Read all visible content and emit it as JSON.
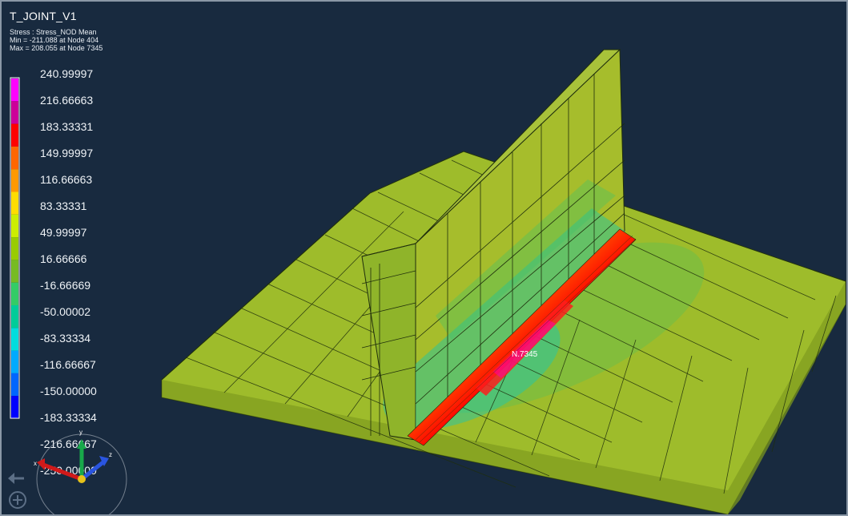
{
  "viewport": {
    "title": "T_JOINT_V1",
    "result_label": "Stress : Stress_NOD Mean",
    "min_text": "Min = -211.088 at Node 404",
    "max_text": "Max = 208.055 at Node 7345",
    "node_marker": "N.7345"
  },
  "legend": {
    "values": [
      "240.99997",
      "216.66663",
      "183.33331",
      "149.99997",
      "116.66663",
      "83.33331",
      "49.99997",
      "16.66666",
      "-16.66669",
      "-50.00002",
      "-83.33334",
      "-116.66667",
      "-150.00000",
      "-183.33334",
      "-216.66667",
      "-250.00000"
    ],
    "colors": [
      "#ff00ff",
      "#cc0099",
      "#ff0000",
      "#ff6600",
      "#ff9900",
      "#ffdd00",
      "#ccee00",
      "#99cc00",
      "#77bb22",
      "#33cc66",
      "#00cc99",
      "#00dddd",
      "#00aaff",
      "#0066ff",
      "#0000ff"
    ]
  },
  "triad": {
    "x_label": "x",
    "y_label": "y",
    "z_label": "z",
    "x_color": "#d11a1a",
    "y_color": "#18a84a",
    "z_color": "#2a55e0",
    "center_color": "#e6c21a"
  },
  "tools": {
    "back_icon": "left-arrow-icon",
    "zoom_icon": "plus-circle-icon"
  },
  "colors": {
    "background": "#182a3f",
    "plate": "#9ebc2b",
    "plate_side": "#7f9b1f",
    "hotspot": "#ff1c1c"
  }
}
